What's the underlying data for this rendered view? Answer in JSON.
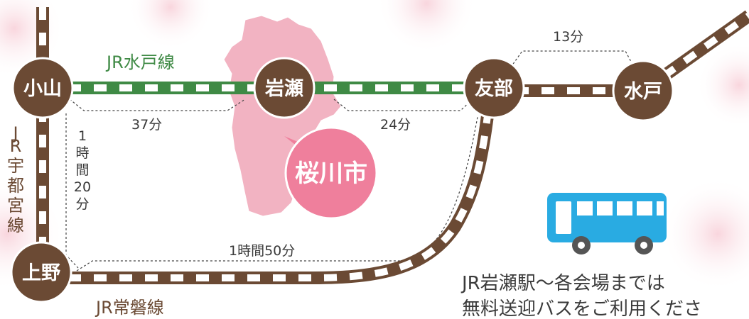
{
  "colors": {
    "brown": "#6b4a34",
    "green": "#3f8a45",
    "pink_area": "#f2b3c2",
    "city_badge": "#ef7f9c",
    "bus": "#29abe2"
  },
  "lines": {
    "mito_line": "JR水戸線",
    "utsunomiya_line": [
      "J",
      "R",
      "宇",
      "都",
      "宮",
      "線"
    ],
    "joban_line": "JR常磐線"
  },
  "stations": {
    "oyama": "小山",
    "iwase": "岩瀬",
    "tomobe": "友部",
    "mito": "水戸",
    "ueno": "上野"
  },
  "times": {
    "oyama_iwase": "37分",
    "iwase_tomobe": "24分",
    "tomobe_mito": "13分",
    "oyama_ueno": [
      "1",
      "時",
      "間",
      "20",
      "分"
    ],
    "ueno_tomobe": "1時間50分"
  },
  "city": "桜川市",
  "icons": {
    "bus": "bus-icon"
  },
  "notice": {
    "line1": "JR岩瀬駅～各会場までは",
    "line2": "無料送迎バスをご利用くださ"
  }
}
